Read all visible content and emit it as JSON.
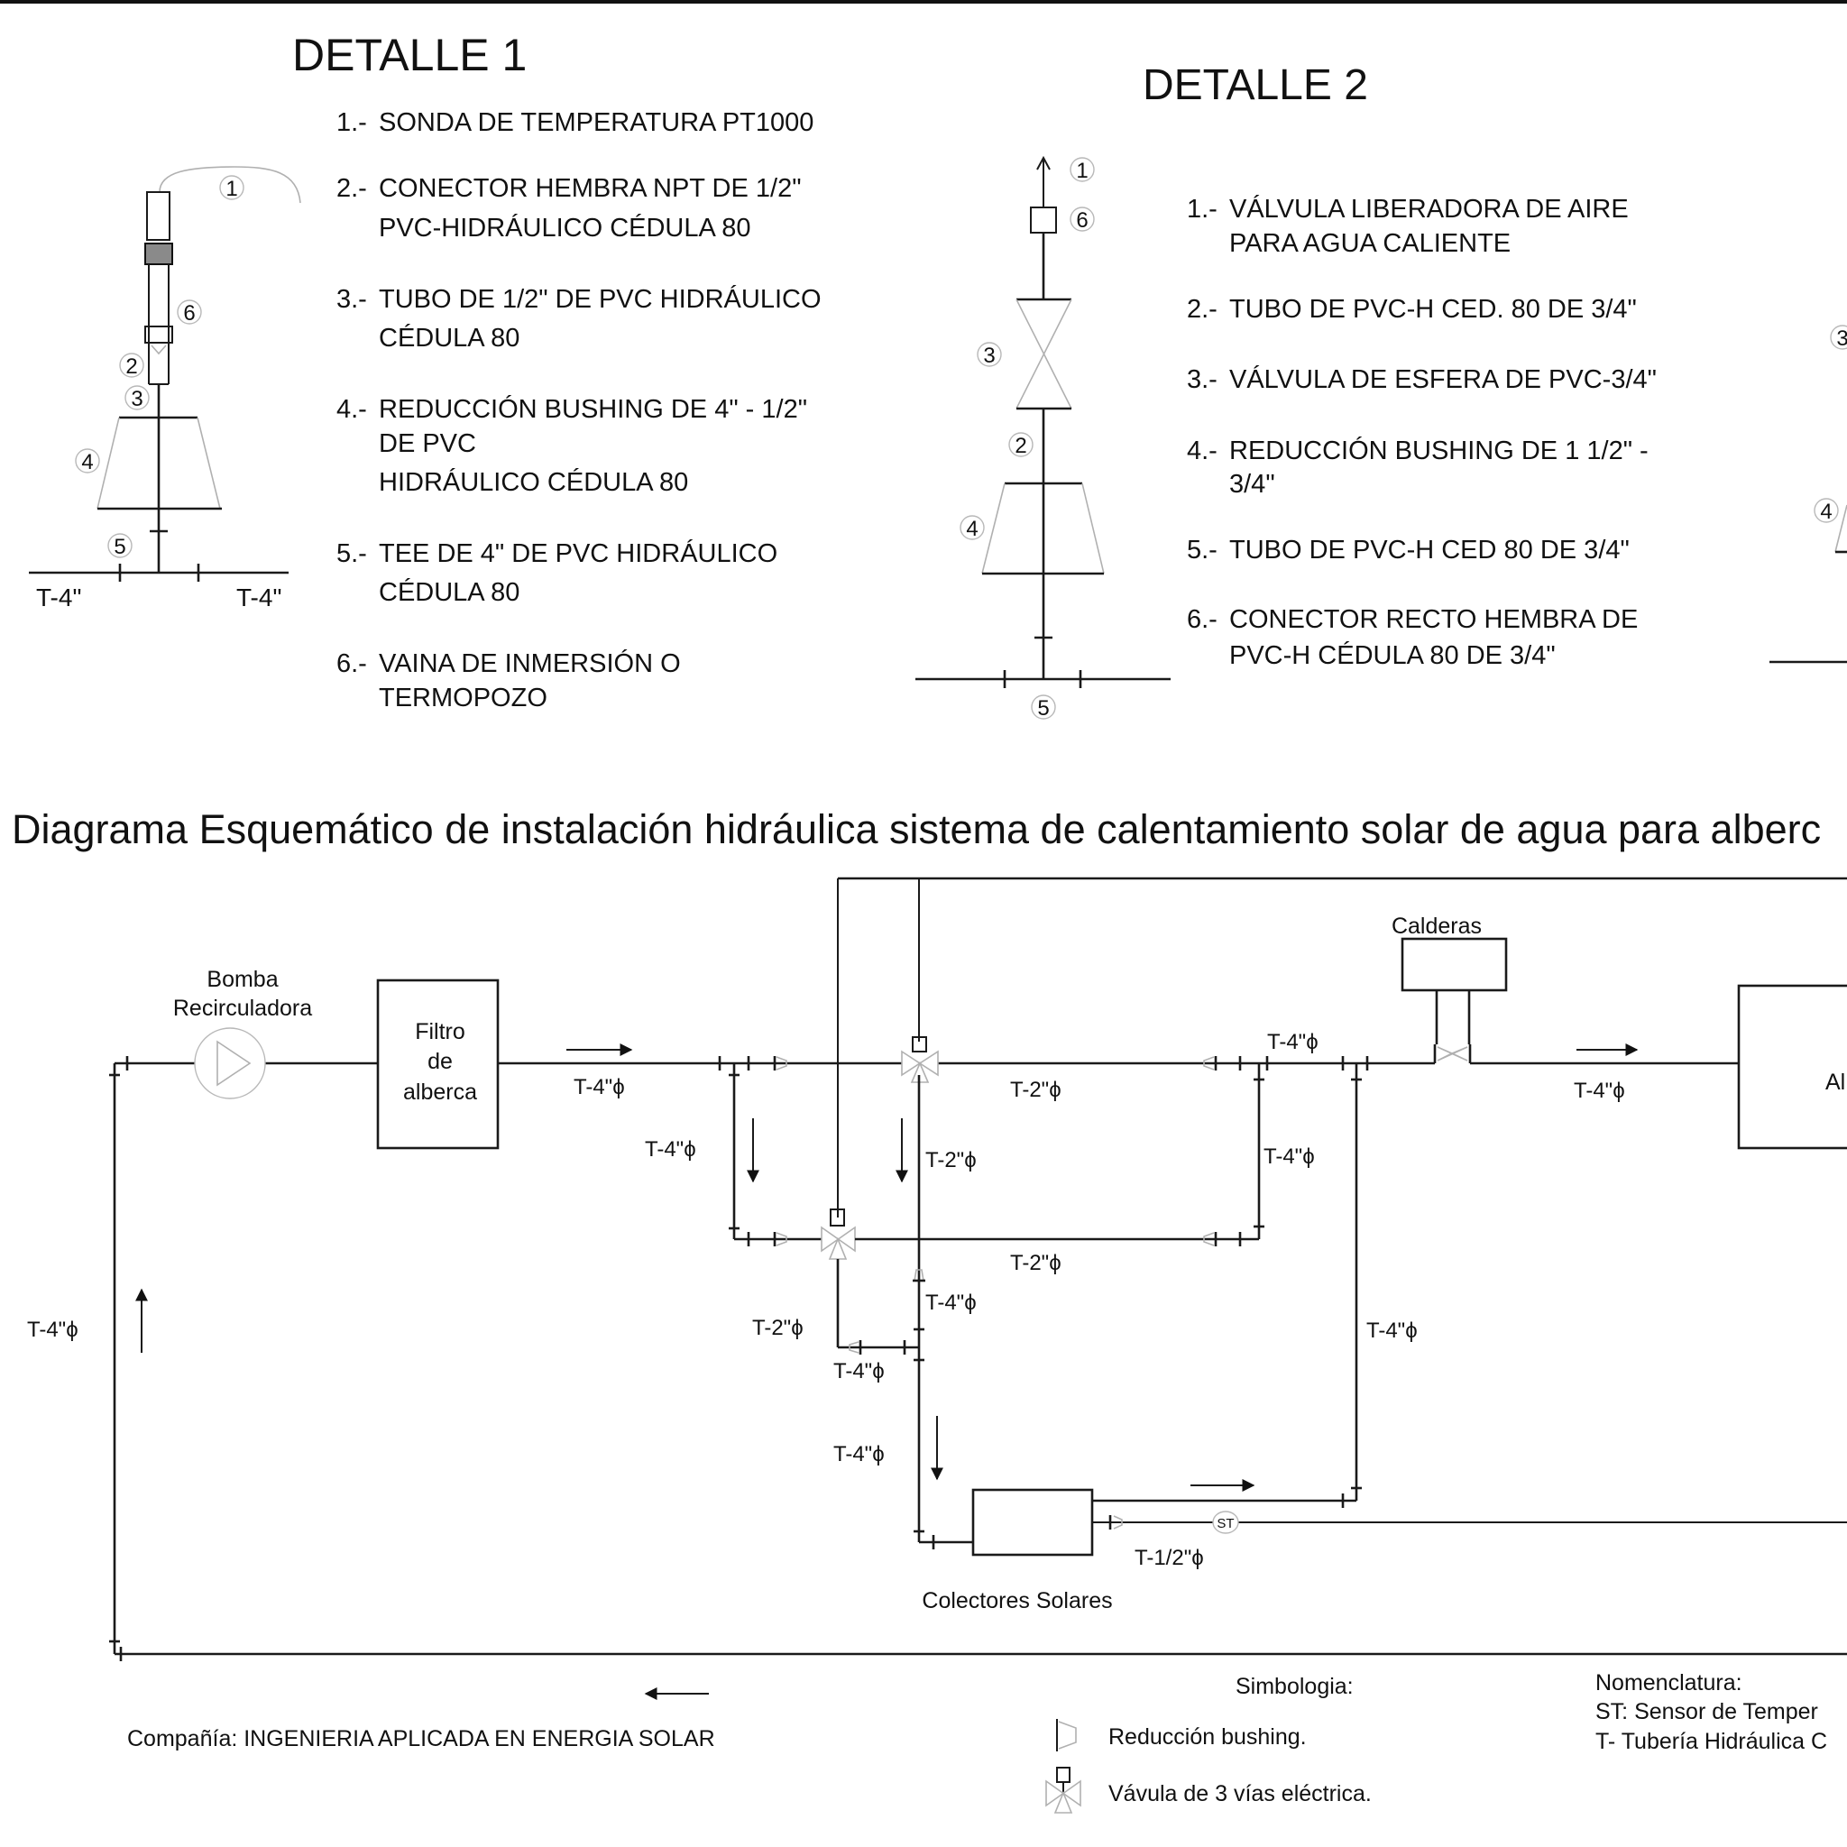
{
  "detalle1": {
    "title": "DETALLE 1",
    "items": [
      {
        "num": "1.-",
        "lines": [
          "SONDA DE TEMPERATURA PT1000"
        ]
      },
      {
        "num": "2.-",
        "lines": [
          "CONECTOR HEMBRA NPT DE 1/2\"",
          "PVC-HIDRÁULICO CÉDULA 80"
        ]
      },
      {
        "num": "3.-",
        "lines": [
          "TUBO DE 1/2\" DE PVC HIDRÁULICO",
          "CÉDULA 80"
        ]
      },
      {
        "num": "4.-",
        "lines": [
          "REDUCCIÓN BUSHING DE 4\" - 1/2\"",
          "DE PVC",
          "HIDRÁULICO CÉDULA 80"
        ]
      },
      {
        "num": "5.-",
        "lines": [
          "TEE DE 4\" DE PVC HIDRÁULICO",
          "CÉDULA 80"
        ]
      },
      {
        "num": "6.-",
        "lines": [
          "VAINA DE INMERSIÓN O",
          "TERMOPOZO"
        ]
      }
    ],
    "callouts": [
      "1",
      "6",
      "2",
      "3",
      "4",
      "5"
    ],
    "pipe_left": "T-4\"",
    "pipe_right": "T-4\""
  },
  "detalle2": {
    "title": "DETALLE 2",
    "items": [
      {
        "num": "1.-",
        "lines": [
          "VÁLVULA LIBERADORA DE AIRE",
          "PARA AGUA CALIENTE"
        ]
      },
      {
        "num": "2.-",
        "lines": [
          "TUBO DE PVC-H CED. 80 DE 3/4\""
        ]
      },
      {
        "num": "3.-",
        "lines": [
          "VÁLVULA DE ESFERA DE PVC-3/4\""
        ]
      },
      {
        "num": "4.-",
        "lines": [
          "REDUCCIÓN BUSHING DE 1 1/2\" -",
          "3/4\""
        ]
      },
      {
        "num": "5.-",
        "lines": [
          "TUBO DE PVC-H CED 80 DE 3/4\""
        ]
      },
      {
        "num": "6.-",
        "lines": [
          "CONECTOR RECTO HEMBRA DE",
          "PVC-H CÉDULA 80 DE 3/4\""
        ]
      }
    ],
    "callouts": [
      "1",
      "6",
      "3",
      "2",
      "4",
      "5"
    ]
  },
  "detalle3_partial": {
    "callouts": [
      "3",
      "4"
    ]
  },
  "schematic": {
    "title": "Diagrama Esquemático de instalación hidráulica sistema de calentamiento solar de agua  para alberc",
    "components": {
      "pump": [
        "Bomba",
        "Recirculadora"
      ],
      "filter": [
        "Filtro",
        "de",
        "alberca"
      ],
      "boilers": "Calderas",
      "pool": "Al",
      "collectors": "Colectores Solares",
      "sensor": "ST"
    },
    "pipe_labels": {
      "main_after_filter": "T-4\"ϕ",
      "left_branch_down": "T-4\"ϕ",
      "valve1_down": "T-2\"ϕ",
      "upper_mid": "T-2\"ϕ",
      "upper_right_top": "T-4\"ϕ",
      "right_branch": "T-4\"ϕ",
      "lower_mid": "T-2\"ϕ",
      "center_down": "T-4\"ϕ",
      "valve2_down": "T-2\"ϕ",
      "tee_bottom": "T-4\"ϕ",
      "to_collectors": "T-4\"ϕ",
      "return_right": "T-4\"ϕ",
      "to_pool": "T-4\"ϕ",
      "left_return": "T-4\"ϕ",
      "sensor_line": "T-1/2\"ϕ"
    }
  },
  "footer": {
    "company": "Compañía: INGENIERIA APLICADA EN ENERGIA SOLAR",
    "simbologia_title": "Simbologia:",
    "simbologia": [
      "Reducción bushing.",
      "Vávula de 3 vías eléctrica."
    ],
    "nomenclatura_title": "Nomenclatura:",
    "nomenclatura": [
      "ST: Sensor de Temper",
      "T- Tubería Hidráulica C"
    ]
  }
}
